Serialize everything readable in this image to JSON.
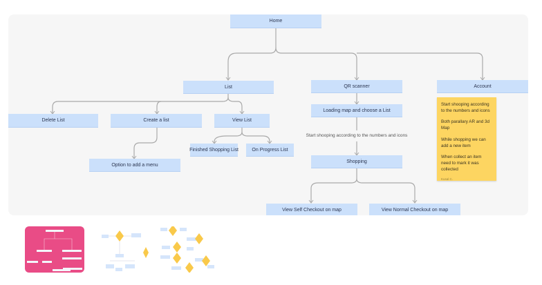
{
  "diagram": {
    "nodes": {
      "home": "Home",
      "list": "List",
      "qr_scanner": "QR scanner",
      "account": "Account",
      "delete_list": "Delete List",
      "create_list": "Create a list",
      "view_list": "View List",
      "finished_list": "Finished Shopping List",
      "on_progress_list": "On Progress List",
      "option_add_menu": "Option to add a menu",
      "loading_map": "Loading map and choose a List",
      "shopping": "Shopping",
      "self_checkout": "View Self Checkout on map",
      "normal_checkout": "View Normal  Checkout on map"
    },
    "edge_label": "Start shooping according to the numbers and icons",
    "sticky": {
      "notes": [
        "Start shooping according to the numbers and icons",
        "Both parallary AR and 3d Map",
        "While shopping we can add a new item",
        "When collect an item need to mark it was collected"
      ],
      "author": "Kusal C.",
      "color": "#fdd561"
    },
    "node_color": "#cbe0fb"
  }
}
